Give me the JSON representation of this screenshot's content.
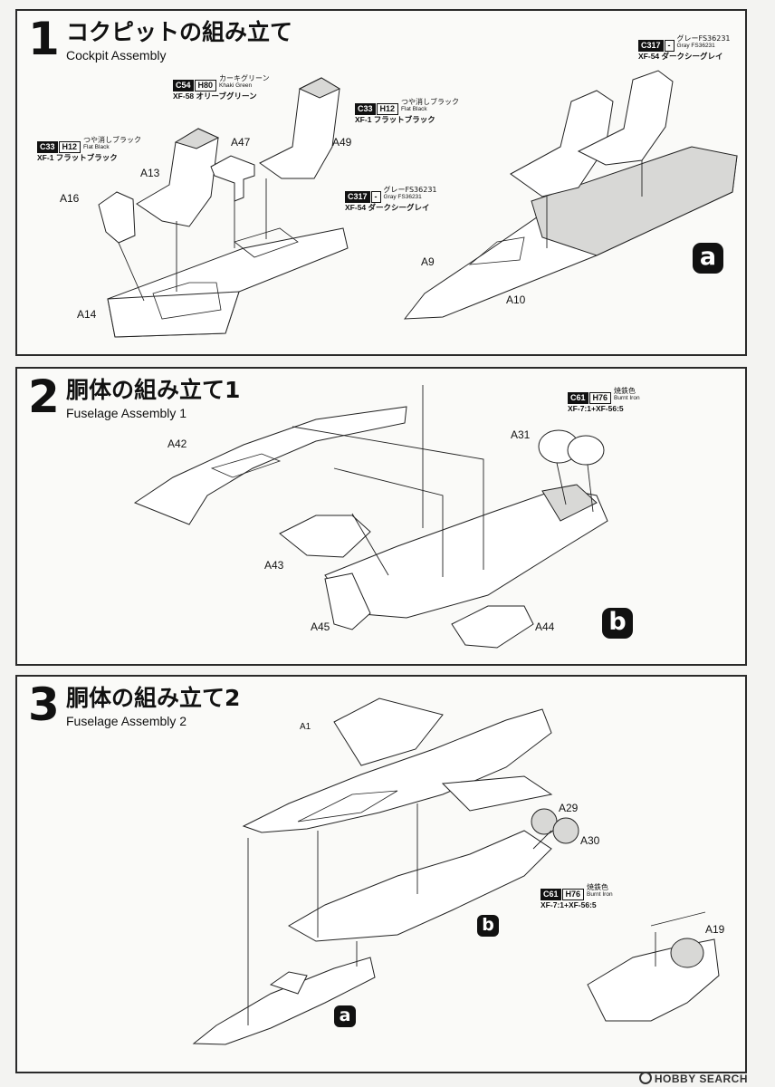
{
  "steps": [
    {
      "number": "1",
      "title_ja": "コクピットの組み立て",
      "title_en": "Cockpit Assembly",
      "badge": "a",
      "parts": [
        "A16",
        "A13",
        "A47",
        "A49",
        "A14",
        "A9",
        "A10"
      ],
      "paints": [
        {
          "code": "C54",
          "hcode": "H80",
          "name_ja": "カーキグリーン",
          "name_en": "Khaki Green",
          "xf": "XF-58 オリーブグリーン"
        },
        {
          "code": "C33",
          "hcode": "H12",
          "name_ja": "つや消しブラック",
          "name_en": "Flat Black",
          "xf": "XF-1 フラットブラック"
        },
        {
          "code": "C33",
          "hcode": "H12",
          "name_ja": "つや消しブラック",
          "name_en": "Flat Black",
          "xf": "XF-1 フラットブラック"
        },
        {
          "code": "C317",
          "hcode": "-",
          "name_ja": "グレーFS36231",
          "name_en": "Gray FS36231",
          "xf": "XF-54 ダークシーグレイ"
        },
        {
          "code": "C317",
          "hcode": "-",
          "name_ja": "グレーFS36231",
          "name_en": "Gray FS36231",
          "xf": "XF-54 ダークシーグレイ"
        }
      ]
    },
    {
      "number": "2",
      "title_ja": "胴体の組み立て1",
      "title_en": "Fuselage Assembly 1",
      "badge": "b",
      "parts": [
        "A42",
        "A31",
        "A43",
        "A45",
        "A44"
      ],
      "paints": [
        {
          "code": "C61",
          "hcode": "H76",
          "name_ja": "焼鉄色",
          "name_en": "Burnt Iron",
          "xf": "XF-7:1+XF-56:5"
        }
      ]
    },
    {
      "number": "3",
      "title_ja": "胴体の組み立て2",
      "title_en": "Fuselage Assembly 2",
      "badges": [
        "b",
        "a"
      ],
      "parts": [
        "A1",
        "A29",
        "A30",
        "A19"
      ],
      "paints": [
        {
          "code": "C61",
          "hcode": "H76",
          "name_ja": "焼鉄色",
          "name_en": "Burnt Iron",
          "xf": "XF-7:1+XF-56:5"
        }
      ]
    }
  ],
  "watermark": "HOBBY SEARCH"
}
